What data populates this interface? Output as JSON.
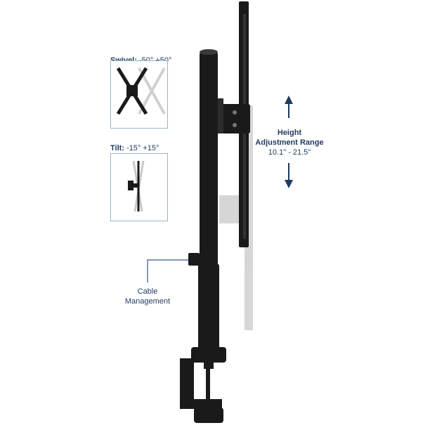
{
  "swivel": {
    "label": "Swivel:",
    "range": "-50° +50°",
    "icon": "swivel-diagram"
  },
  "tilt": {
    "label": "Tilt:",
    "range": "-15° +15°",
    "icon": "tilt-diagram"
  },
  "height": {
    "line1": "Height",
    "line2": "Adjustment Range",
    "range": "10.1\" - 21.5\""
  },
  "cable": {
    "line1": "Cable",
    "line2": "Management"
  },
  "colors": {
    "accent": "#1f3a5f",
    "callout": "#2b5c8a",
    "mount": "#1a1a1a",
    "ghost": "#c9c9c9"
  }
}
